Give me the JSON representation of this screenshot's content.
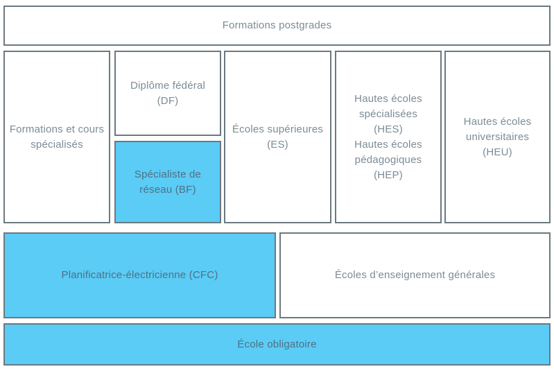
{
  "colors": {
    "fill_default": "#ffffff",
    "fill_highlight": "#5accf5",
    "border": "#6a7980",
    "text": "#7b8b95",
    "text_on_highlight": "#4e7086"
  },
  "boxes": {
    "formations_postgrades": {
      "label": "Formations postgrades",
      "highlighted": false
    },
    "formations_cours": {
      "label": [
        "Formations et cours",
        "spécialisés"
      ],
      "highlighted": false
    },
    "diplome_federal": {
      "label": [
        "Diplôme fédéral",
        "(DF)"
      ],
      "highlighted": false
    },
    "specialiste_reseau": {
      "label": [
        "Spécialiste de",
        "réseau (BF)"
      ],
      "highlighted": true
    },
    "ecoles_superieures": {
      "label": [
        "Écoles supérieures",
        "(ES)"
      ],
      "highlighted": false
    },
    "hes_hep": {
      "label": [
        "Hautes écoles",
        "spécialisées",
        "(HES)",
        "Hautes écoles",
        "pédagogiques",
        "(HEP)"
      ],
      "highlighted": false
    },
    "heu": {
      "label": [
        "Hautes écoles",
        "universitaires",
        "(HEU)"
      ],
      "highlighted": false
    },
    "planificatrice_cfc": {
      "label": "Planificatrice-électricienne (CFC)",
      "highlighted": true
    },
    "ecoles_generales": {
      "label": "Écoles d’enseignement générales",
      "highlighted": false
    },
    "ecole_obligatoire": {
      "label": "École obligatoire",
      "highlighted": true
    }
  }
}
